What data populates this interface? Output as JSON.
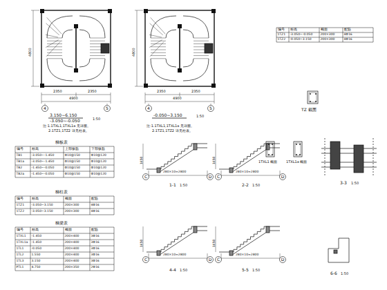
{
  "diagram": {
    "nodes": [
      {
        "text": [
          "4"
        ]
      },
      {
        "text": [
          "5"
        ]
      },
      {
        "text": [
          "4"
        ]
      },
      {
        "text": [
          "5"
        ]
      },
      {
        "text": [
          "C"
        ]
      },
      {
        "text": [
          "D"
        ]
      },
      {
        "text": [
          "C"
        ]
      },
      {
        "text": [
          "D"
        ]
      },
      {
        "text": [
          "C"
        ]
      },
      {
        "text": [
          "D"
        ]
      },
      {
        "text": [
          "C"
        ]
      },
      {
        "text": [
          "D"
        ]
      }
    ],
    "labels": [
      "3.150~6.150",
      "-3.050~-0.050",
      "1:50",
      "注:1.1TXL1,1TXL1a 见详图。",
      "2.1TZ1,1TZ2 详见柱表。",
      "-0.050~3.150",
      "1:50",
      "注:1.1TXL1,1TXL1a 见详图。",
      "2.1TZ1,1TZ2 详见柱表。",
      "2350",
      "2350",
      "4900",
      "4800",
      "2350",
      "2350",
      "4900",
      "4800",
      "编号",
      "标高",
      "截面",
      "配筋",
      "1TZ1",
      "-3.050~-0.050",
      "200×300",
      "4Φ16",
      "1TZ2",
      "-0.050~3.150",
      "200×300",
      "4Φ16",
      "TZ 截面",
      "1TXL1 截面",
      "1TXL1a 截面",
      "3-3",
      "1:50",
      "1-1",
      "1:50",
      "2-2",
      "1:50",
      "4-4",
      "1:50",
      "5-5",
      "1:50",
      "6-6",
      "1:50",
      "280×10=2800",
      "1650",
      "280×10=2800",
      "1650",
      "280×10=2800",
      "1650",
      "280×10=2800",
      "1650",
      "梯板表",
      "编号",
      "标高",
      "上部纵筋",
      "下部纵筋",
      "TB1",
      "-3.050~-1.450",
      "Φ10@150",
      "Φ10@120",
      "TB1a",
      "-3.050~-1.450",
      "Φ10@150",
      "Φ10@120",
      "TB2",
      "-1.450~-0.050",
      "Φ10@150",
      "Φ10@120",
      "TB2a",
      "-1.450~-0.050",
      "Φ10@150",
      "Φ10@120",
      "梯柱表",
      "编号",
      "标高",
      "截面",
      "配筋",
      "1TZ1",
      "-3.050~3.150",
      "200×300",
      "4Φ16",
      "1TZ2",
      "-3.050~3.150",
      "200×300",
      "4Φ16",
      "梯梁表",
      "编号",
      "标高",
      "截面",
      "配筋",
      "1TXL1",
      "-1.450",
      "200×400",
      "3Φ16",
      "1TXL1a",
      "-1.450",
      "200×400",
      "3Φ16",
      "1TL1",
      "-0.050",
      "200×400",
      "3Φ16",
      "1TL2",
      "1.550",
      "200×400",
      "3Φ16",
      "1TL3",
      "3.150",
      "200×400",
      "3Φ16",
      "PTL1",
      "4.750",
      "200×350",
      "2Φ16"
    ]
  }
}
